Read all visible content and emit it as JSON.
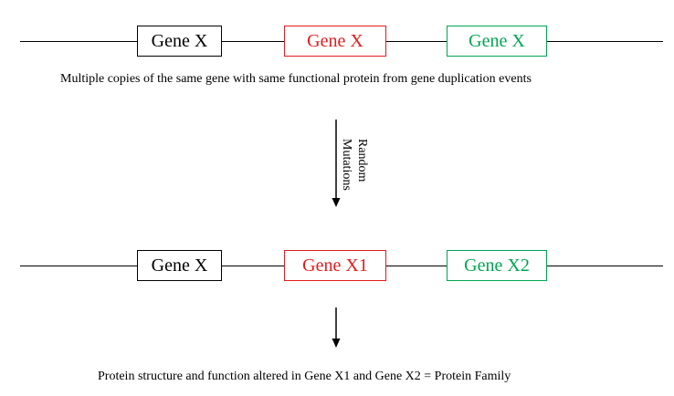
{
  "row1": {
    "genes": [
      {
        "label": "Gene X",
        "color": "#000000"
      },
      {
        "label": "Gene X",
        "color": "#e41a1c"
      },
      {
        "label": "Gene X",
        "color": "#00a651"
      }
    ],
    "caption": "Multiple copies of the same gene with same functional protein from gene duplication events"
  },
  "mutation": {
    "line1": "Random",
    "line2": "Mutations"
  },
  "row2": {
    "genes": [
      {
        "label": "Gene X",
        "color": "#000000"
      },
      {
        "label": "Gene X1",
        "color": "#e41a1c"
      },
      {
        "label": "Gene X2",
        "color": "#00a651"
      }
    ],
    "caption": "Protein structure and function altered in Gene X1 and Gene X2 = Protein Family"
  }
}
